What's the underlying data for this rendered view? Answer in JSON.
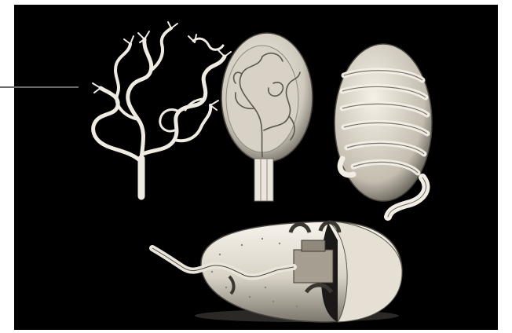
{
  "image": {
    "background": "#000000",
    "frame": "#ffffff",
    "illustration_tone": "#f1ede4",
    "shadow_tone": "#8a857a",
    "pointer_color": "#6a6a6a"
  },
  "elements": [
    "branching-vessel-illustration",
    "encapsulated-vessel-illustration",
    "coiled-vessel-illustration",
    "cutaway-capsule-illustration",
    "pointer-line"
  ]
}
